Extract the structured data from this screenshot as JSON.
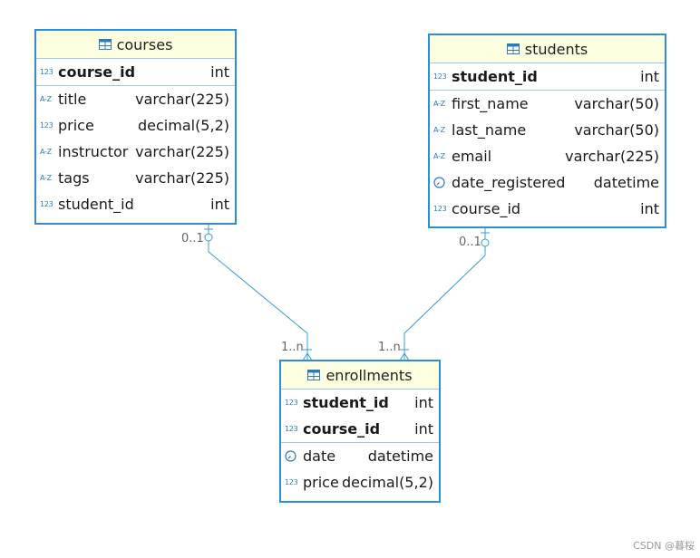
{
  "entities": {
    "courses": {
      "title": "courses",
      "pk": [
        {
          "name": "course_id",
          "type": "int",
          "icon": "123"
        }
      ],
      "columns": [
        {
          "name": "title",
          "type": "varchar(225)",
          "icon": "A-Z"
        },
        {
          "name": "price",
          "type": "decimal(5,2)",
          "icon": "123"
        },
        {
          "name": "instructor",
          "type": "varchar(225)",
          "icon": "A-Z"
        },
        {
          "name": "tags",
          "type": "varchar(225)",
          "icon": "A-Z"
        },
        {
          "name": "student_id",
          "type": "int",
          "icon": "123"
        }
      ]
    },
    "students": {
      "title": "students",
      "pk": [
        {
          "name": "student_id",
          "type": "int",
          "icon": "123"
        }
      ],
      "columns": [
        {
          "name": "first_name",
          "type": "varchar(50)",
          "icon": "A-Z"
        },
        {
          "name": "last_name",
          "type": "varchar(50)",
          "icon": "A-Z"
        },
        {
          "name": "email",
          "type": "varchar(225)",
          "icon": "A-Z"
        },
        {
          "name": "date_registered",
          "type": "datetime",
          "icon": "clock"
        },
        {
          "name": "course_id",
          "type": "int",
          "icon": "123"
        }
      ]
    },
    "enrollments": {
      "title": "enrollments",
      "pk": [
        {
          "name": "student_id",
          "type": "int",
          "icon": "123"
        },
        {
          "name": "course_id",
          "type": "int",
          "icon": "123"
        }
      ],
      "columns": [
        {
          "name": "date",
          "type": "datetime",
          "icon": "clock"
        },
        {
          "name": "price",
          "type": "decimal(5,2)",
          "icon": "123"
        }
      ]
    }
  },
  "relationships": {
    "courses_enrollments": {
      "from_card": "0..1",
      "to_card": "1..n"
    },
    "students_enrollments": {
      "from_card": "0..1",
      "to_card": "1..n"
    }
  },
  "watermark": "CSDN @暮桜",
  "colors": {
    "border": "#2b8fd6",
    "header_bg": "#fdfde0",
    "connector": "#3a9bd8"
  }
}
